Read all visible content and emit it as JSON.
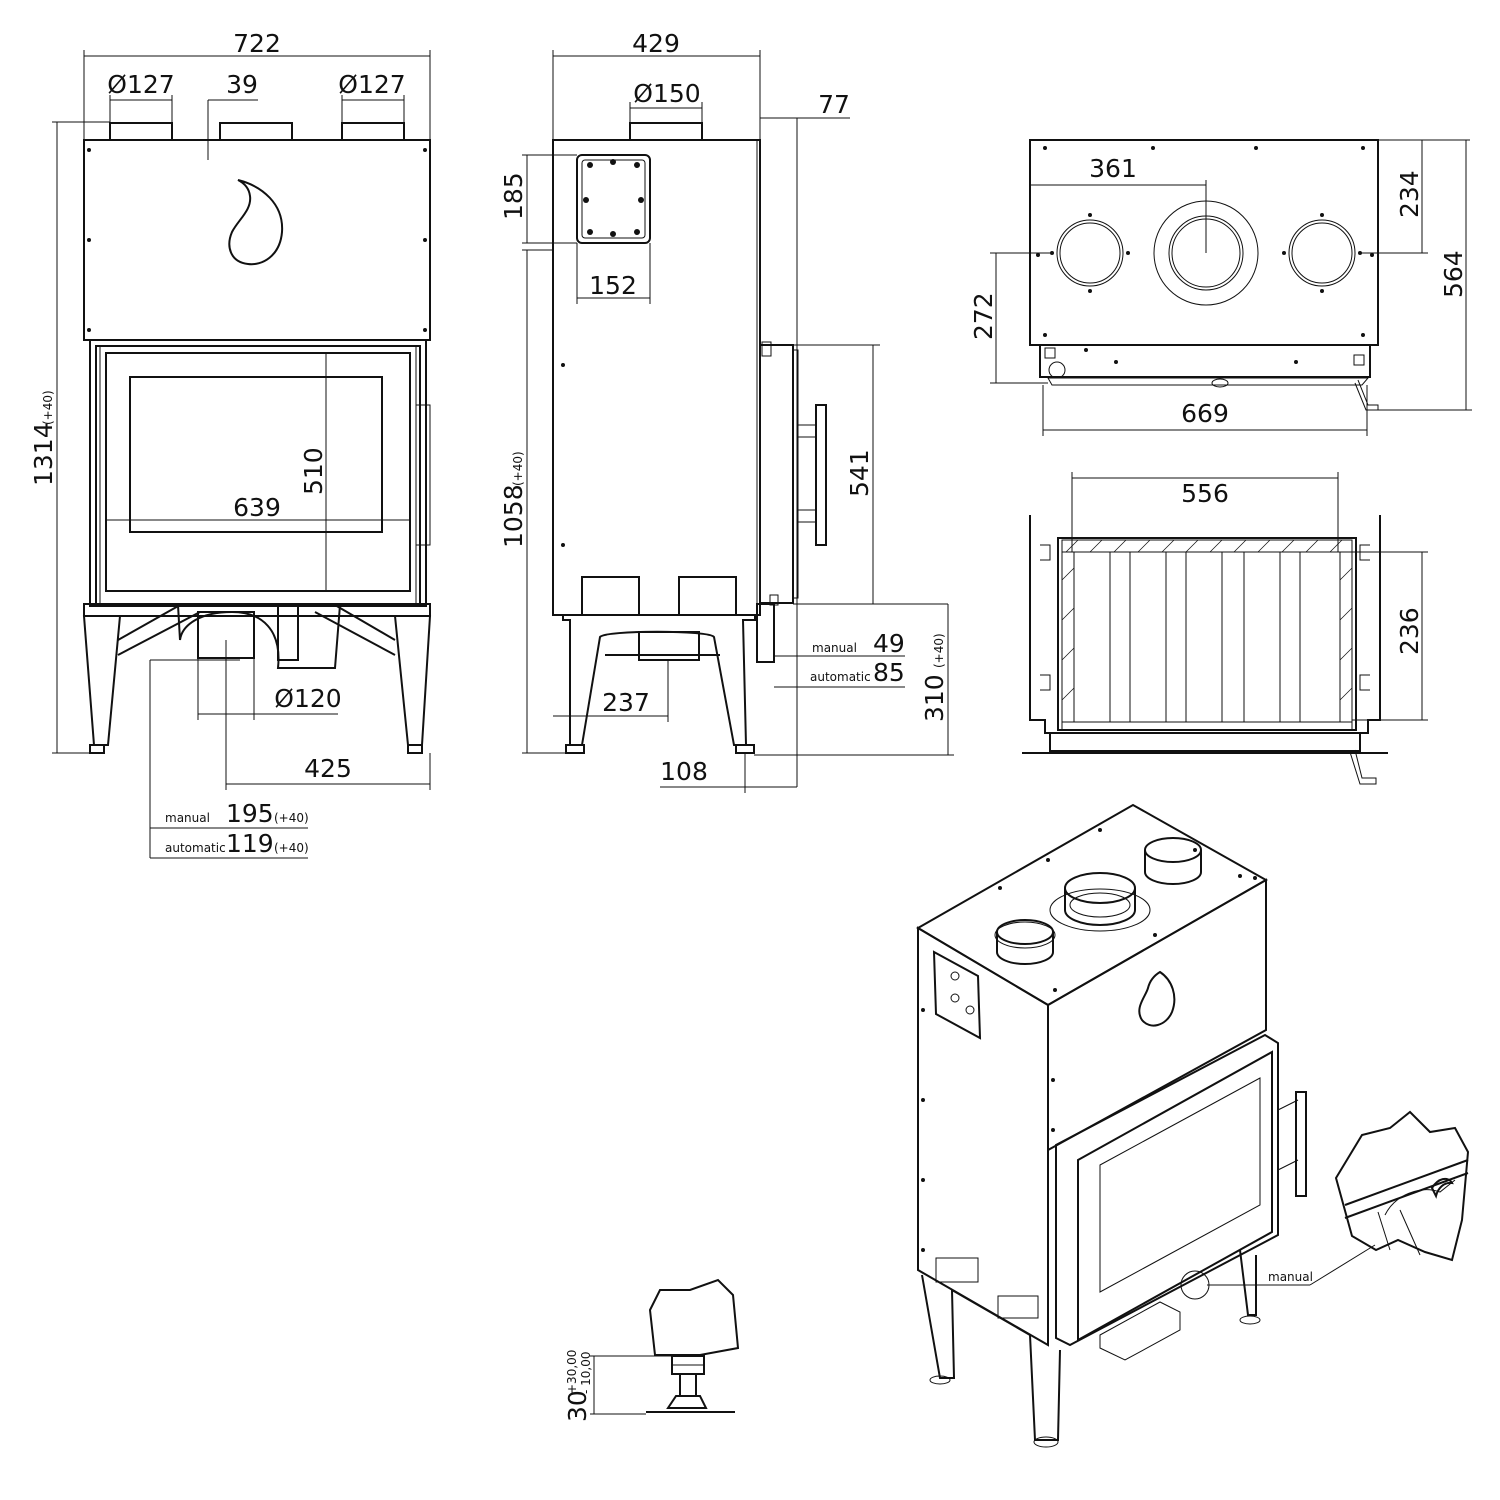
{
  "front_view": {
    "width": "722",
    "left_flue": "Ø127",
    "center_offset": "39",
    "right_flue": "Ø127",
    "height": "1314",
    "height_tolerance": "(+40)",
    "glass_width": "639",
    "glass_height": "510",
    "air_inlet": "Ø120",
    "inlet_offset": "425",
    "manual_label": "manual",
    "manual_value": "195",
    "manual_tolerance": "(+40)",
    "automatic_label": "automatic",
    "automatic_value": "119",
    "automatic_tolerance": "(+40)"
  },
  "side_view": {
    "depth": "429",
    "flue": "Ø150",
    "door_protrusion": "77",
    "panel_height": "185",
    "panel_width": "152",
    "body_height": "1058",
    "body_tolerance": "(+40)",
    "door_height": "541",
    "inlet_offset": "237",
    "foot_offset": "108",
    "manual_label": "manual",
    "manual_value": "49",
    "automatic_label": "automatic",
    "automatic_value": "85",
    "base_height": "310",
    "base_tolerance": "(+40)"
  },
  "top_view": {
    "center_offset": "361",
    "rear_to_flue": "234",
    "total_depth": "564",
    "front_to_flue": "272",
    "width": "669"
  },
  "section_view": {
    "chamber_width": "556",
    "chamber_height": "236"
  },
  "leg_detail": {
    "height": "30",
    "upper_tolerance": "+30,00",
    "lower_tolerance": "- 10,00"
  },
  "iso_view": {
    "manual_label": "manual"
  }
}
